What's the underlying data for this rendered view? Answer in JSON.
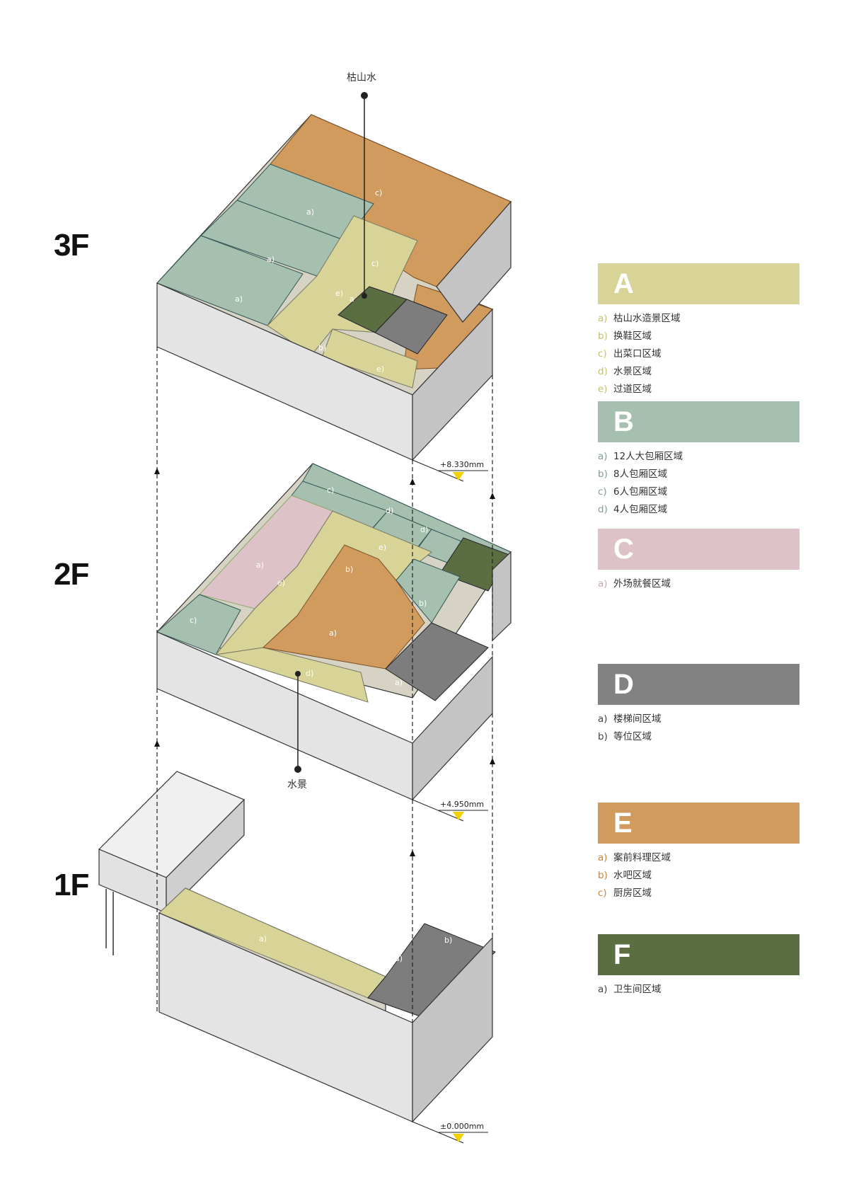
{
  "floors": {
    "f3": "3F",
    "f2": "2F",
    "f1": "1F"
  },
  "elevations": {
    "f3": "+8.330mm",
    "f2": "+4.950mm",
    "f1": "±0.000mm"
  },
  "callouts": {
    "top": "枯山水",
    "mid": "水景"
  },
  "zone_marks": {
    "f3": [
      "a)",
      "a)",
      "a)",
      "b)",
      "c)",
      "c)",
      "e)",
      "e)",
      "a"
    ],
    "f2": [
      "c)",
      "d)",
      "d)",
      "c)",
      "a)",
      "e)",
      "b)",
      "a)",
      "b)",
      "d)",
      "e)",
      "a)"
    ],
    "f1": [
      "a)",
      "a)",
      "b)"
    ]
  },
  "legend": [
    {
      "letter": "A",
      "color": "#d8d497",
      "marker_color": "#c6bf6a",
      "items": [
        {
          "m": "a)",
          "t": "枯山水造景区域"
        },
        {
          "m": "b)",
          "t": "换鞋区域"
        },
        {
          "m": "c)",
          "t": "出菜口区域"
        },
        {
          "m": "d)",
          "t": "水景区域"
        },
        {
          "m": "e)",
          "t": "过道区域"
        }
      ]
    },
    {
      "letter": "B",
      "color": "#a6c0b0",
      "marker_color": "#7fa18d",
      "items": [
        {
          "m": "a)",
          "t": "12人大包厢区域"
        },
        {
          "m": "b)",
          "t": "8人包厢区域"
        },
        {
          "m": "c)",
          "t": "6人包厢区域"
        },
        {
          "m": "d)",
          "t": "4人包厢区域"
        }
      ]
    },
    {
      "letter": "C",
      "color": "#ddc3c8",
      "marker_color": "#cfa7b0",
      "items": [
        {
          "m": "a)",
          "t": "外场就餐区域"
        }
      ]
    },
    {
      "letter": "D",
      "color": "#828282",
      "marker_color": "#444444",
      "items": [
        {
          "m": "a)",
          "t": "楼梯间区域"
        },
        {
          "m": "b)",
          "t": "等位区域"
        }
      ]
    },
    {
      "letter": "E",
      "color": "#d29b5e",
      "marker_color": "#c8843c",
      "items": [
        {
          "m": "a)",
          "t": "案前料理区域"
        },
        {
          "m": "b)",
          "t": "水吧区域"
        },
        {
          "m": "c)",
          "t": "厨房区域"
        }
      ]
    },
    {
      "letter": "F",
      "color": "#5b6e42",
      "marker_color": "#444444",
      "items": [
        {
          "m": "a)",
          "t": "卫生间区域"
        }
      ]
    }
  ],
  "colors": {
    "A": "#d8d497",
    "B": "#a6c0b0",
    "C": "#ddc3c8",
    "D": "#828282",
    "E": "#d29b5e",
    "F": "#5b6e42",
    "wall_light": "#e4e4e4",
    "wall_dark": "#c4c4c4",
    "elev_marker": "#f2d100"
  }
}
